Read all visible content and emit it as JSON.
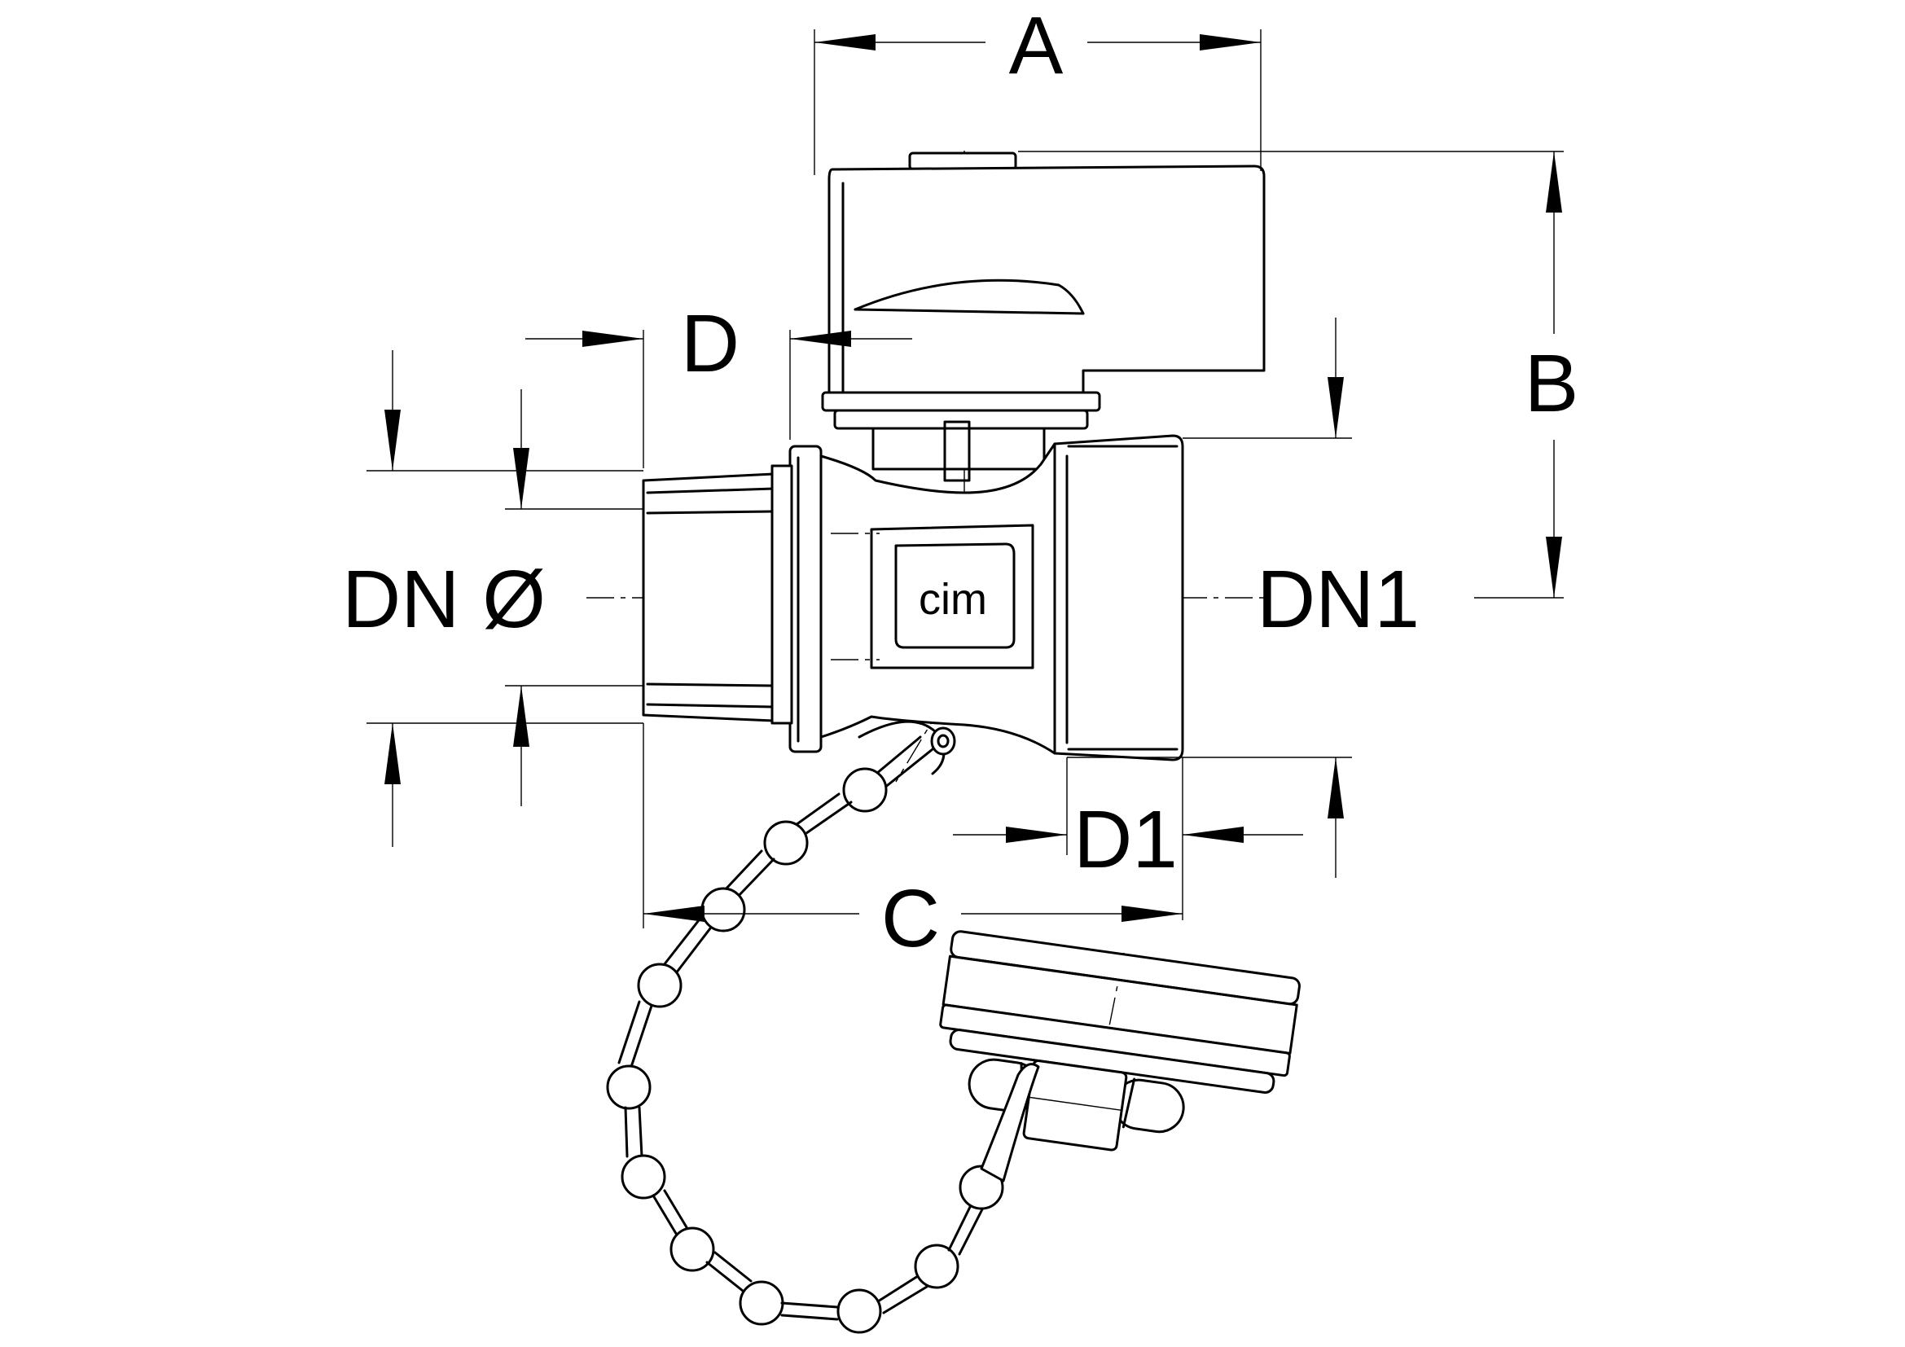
{
  "labels": {
    "a": "A",
    "b": "B",
    "c": "C",
    "d": "D",
    "d1": "D1",
    "dn_dia": "DN Ø",
    "dn1": "DN1"
  },
  "brand": {
    "logo": "cim"
  }
}
